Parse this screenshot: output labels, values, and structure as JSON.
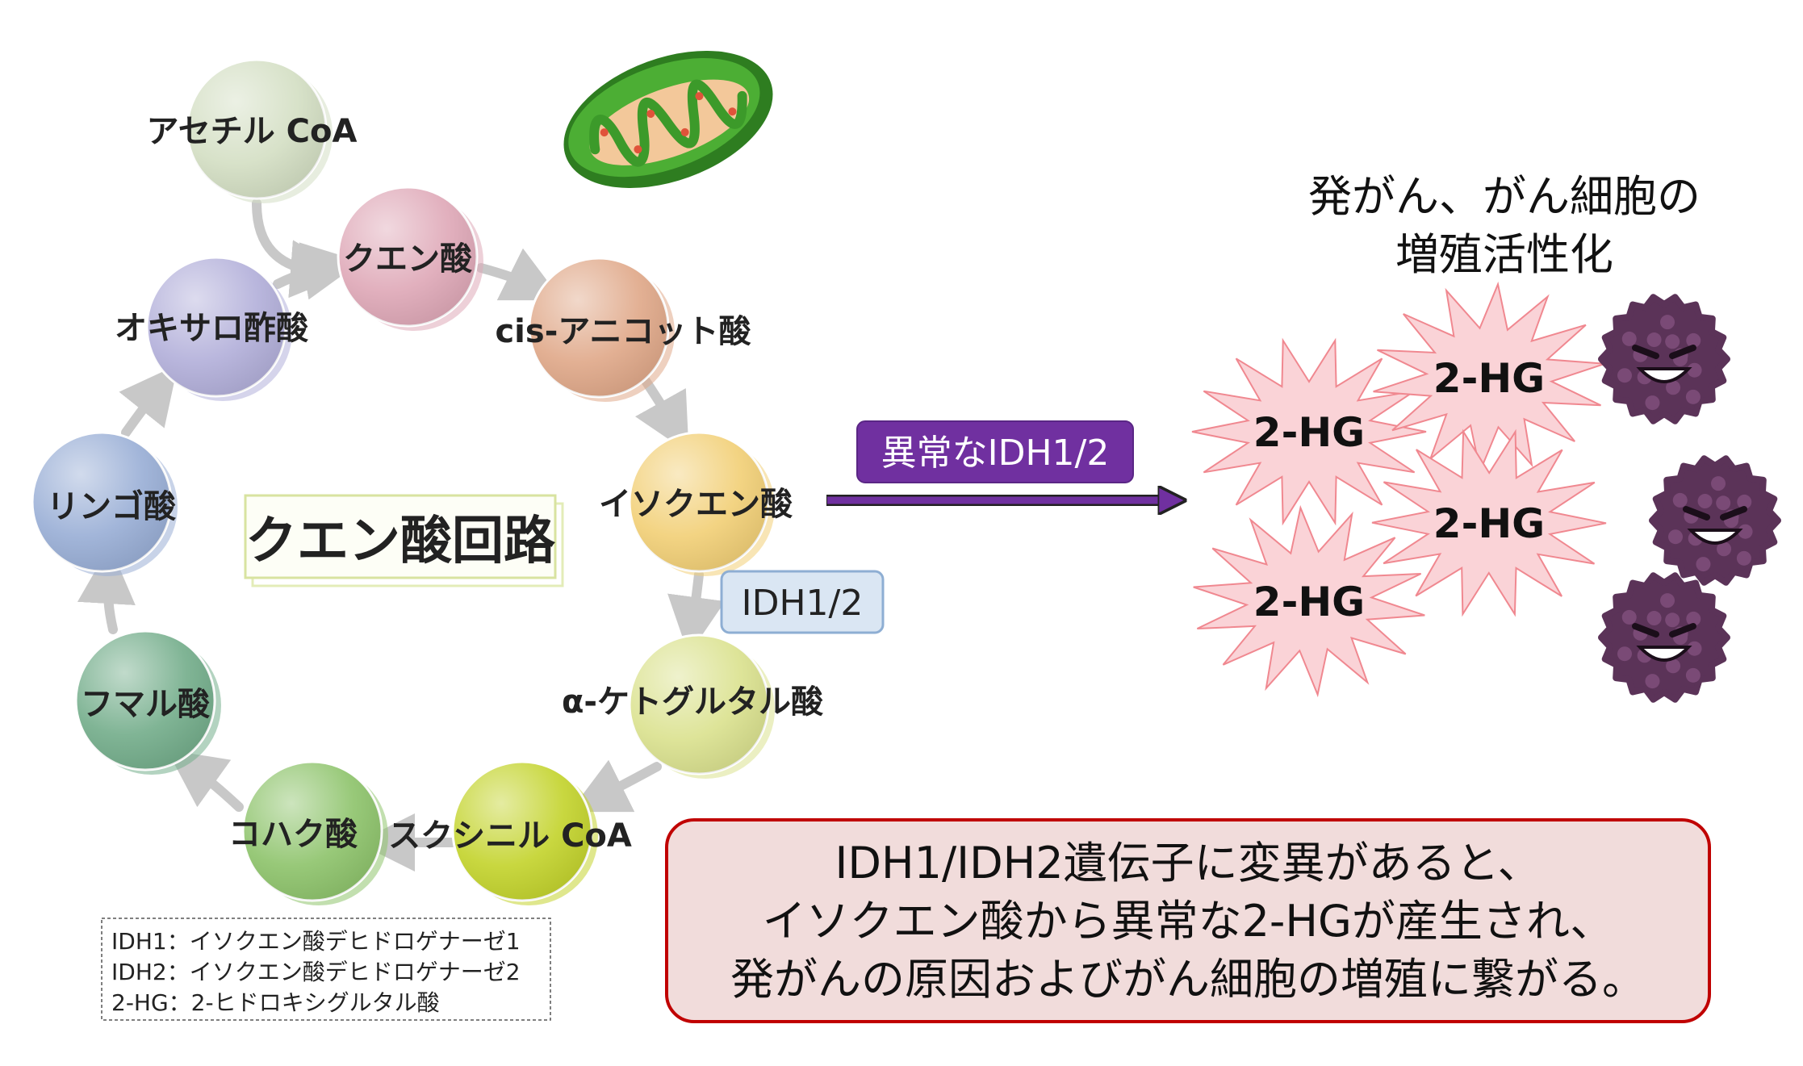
{
  "cycle": {
    "title": "クエン酸回路",
    "nodes": [
      {
        "id": "acetyl-coa",
        "label": "アセチル CoA",
        "color": "#d4dfc4"
      },
      {
        "id": "citric-acid",
        "label": "クエン酸",
        "color": "#dfa9b8"
      },
      {
        "id": "cis-aconitic-acid",
        "label": "cis-アニコット酸",
        "color": "#e0a98a"
      },
      {
        "id": "isocitric-acid",
        "label": "イソクエン酸",
        "color": "#f2d078"
      },
      {
        "id": "alpha-ketoglutaric-acid",
        "label": "α-ケトグルタル酸",
        "color": "#dbe290"
      },
      {
        "id": "succinyl-coa",
        "label": "スクシニル CoA",
        "color": "#c4d42f"
      },
      {
        "id": "succinic-acid",
        "label": "コハク酸",
        "color": "#8fc46d"
      },
      {
        "id": "fumaric-acid",
        "label": "フマル酸",
        "color": "#75ae8c"
      },
      {
        "id": "malic-acid",
        "label": "リンゴ酸",
        "color": "#9aafd6"
      },
      {
        "id": "oxaloacetic-acid",
        "label": "オキサロ酢酸",
        "color": "#b3b0da"
      }
    ]
  },
  "enzyme_box": {
    "label": "IDH1/2"
  },
  "abnormal_box": {
    "label": "異常なIDH1/2"
  },
  "effect_text": {
    "line1": "発がん、がん細胞の",
    "line2": "増殖活性化"
  },
  "bursts": [
    {
      "label": "2-HG"
    },
    {
      "label": "2-HG"
    },
    {
      "label": "2-HG"
    },
    {
      "label": "2-HG"
    }
  ],
  "conclusion": {
    "line1": "IDH1/IDH2遺伝子に変異があると、",
    "line2": "イソクエン酸から異常な2-HGが産生され、",
    "line3": "発がんの原因およびがん細胞の増殖に繋がる。"
  },
  "legend": {
    "line1": "IDH1：イソクエン酸デヒドロゲナーゼ1",
    "line2": "IDH2：イソクエン酸デヒドロゲナーゼ2",
    "line3": "2-HG：2-ヒドロキシグルタル酸"
  },
  "colors": {
    "abnormal_box_fill": "#7030a0",
    "enzyme_box_fill": "#dae6f3",
    "burst_fill": "#fad3d7",
    "burst_stroke": "#f08890",
    "conclusion_fill": "#f1dcdb",
    "conclusion_stroke": "#c00000",
    "cancer_cell": "#5b3358",
    "mitochondria_outer": "#3c9a2a",
    "mitochondria_inner": "#f3c89a"
  }
}
